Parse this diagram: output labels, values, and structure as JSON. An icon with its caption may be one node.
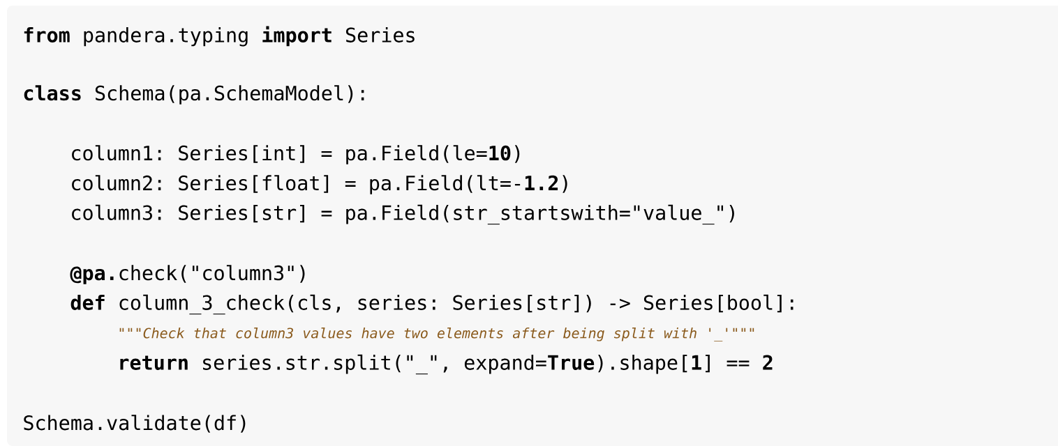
{
  "diagram": {
    "labels": [
      "**from** pandera.typing **import** Series",
      "**class** Schema(pa.SchemaModel):",
      "column1: Series[int] = pa.Field(le=**10**)",
      "column2: Series[float] = pa.Field(lt=-**1.2**)",
      "column3: Series[str] = pa.Field(str_startswith=\"value_\")",
      "**@pa.**check(\"column3\")",
      "**def** column_3_check(cls, series: Series[str]) -> Series[bool]:",
      "\"\"\"Check that column3 values have two elements after being split with '_'\"\"\"",
      "**return** series.str.split(\"_\", expand=**True**).shape[**1**] == **2**",
      "Schema.validate(df)"
    ]
  }
}
